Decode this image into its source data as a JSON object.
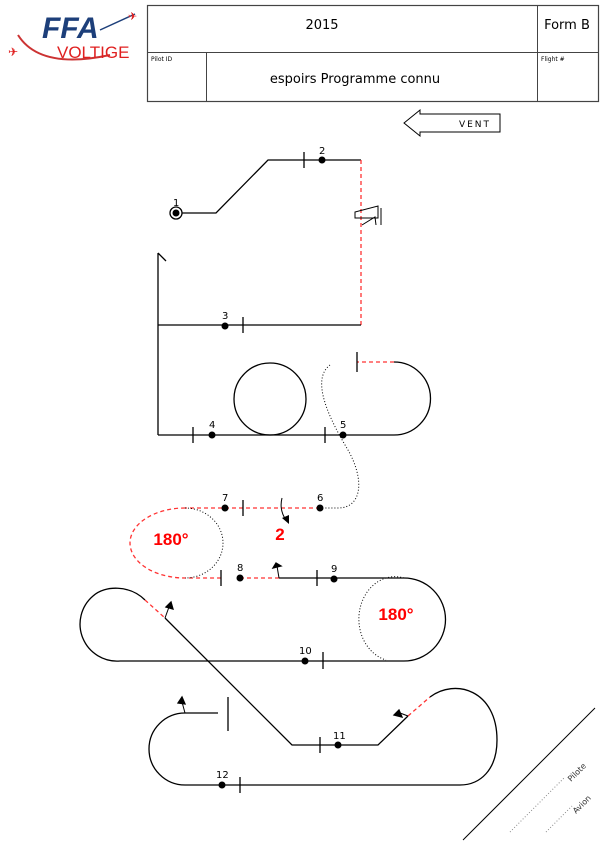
{
  "header": {
    "logo_text": "FFA VOLTIGE",
    "year": "2015",
    "form": "Form B",
    "pilot_id_label": "Pilot ID",
    "flight_label": "Flight #",
    "title": "espoirs Programme connu"
  },
  "wind": {
    "label": "VENT"
  },
  "figures": {
    "numbers": [
      "1",
      "2",
      "3",
      "4",
      "5",
      "6",
      "7",
      "8",
      "9",
      "10",
      "11",
      "12"
    ],
    "annotations": {
      "roll_turn_1": "180°",
      "roll_turn_2": "180°",
      "rolls_count": "2"
    }
  },
  "judge_line": {
    "pilot": "Pilote",
    "aircraft": "Avion"
  },
  "colors": {
    "line": "#000000",
    "negative": "#ff0000"
  }
}
